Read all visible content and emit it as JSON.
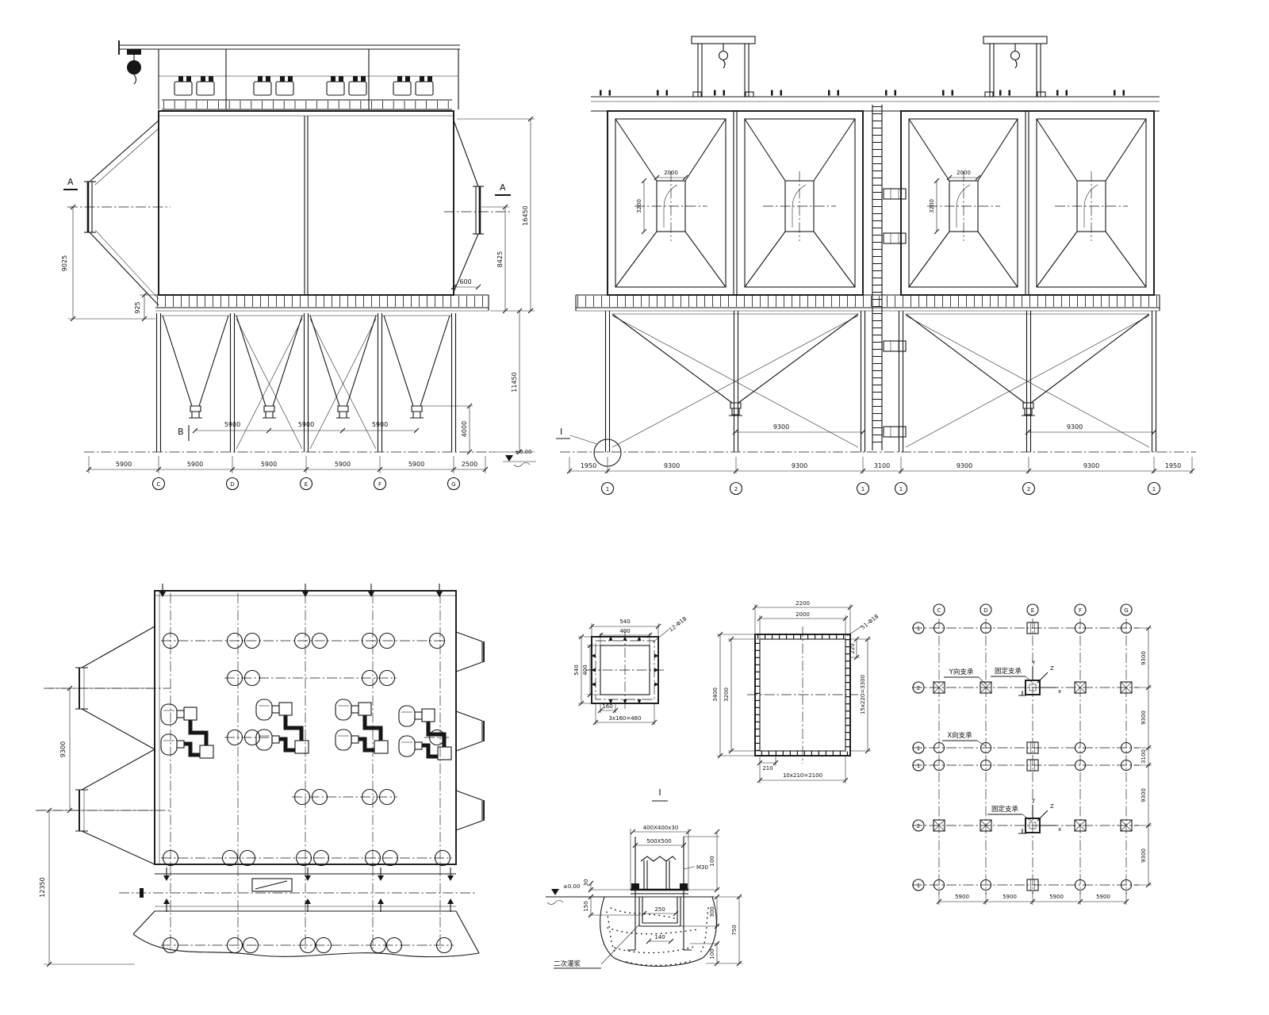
{
  "front": {
    "section_a": "A",
    "section_b": "B",
    "dim_left_total": "9025",
    "dim_left_small": "925",
    "dim_right_inner": "8425",
    "dim_right_total": "16450",
    "dim_right_small": "600",
    "dim_lower_right": "11450",
    "dim_hopper_height": "4000",
    "hopper_dims": [
      "5900",
      "5900",
      "5900"
    ],
    "bottom_dims": [
      "5900",
      "5900",
      "5900",
      "5900",
      "5900",
      "2500"
    ],
    "grid_bubbles": [
      "C",
      "D",
      "E",
      "F",
      "G"
    ],
    "level_mark": "±0.00"
  },
  "side": {
    "opening_width": "2000",
    "opening_height": "3200",
    "hopper_dims": [
      "9300",
      "9300"
    ],
    "bottom_dims": [
      "1950",
      "9300",
      "9300",
      "3100",
      "9300",
      "9300",
      "1950"
    ],
    "grid_bubbles": [
      "1",
      "2",
      "1",
      "1",
      "2",
      "1"
    ],
    "detail_mark": "I"
  },
  "plan": {
    "dim_bay": "9300",
    "dim_lower": "12350"
  },
  "flange_small": {
    "outer": "540",
    "inner": "400",
    "pitch": "160",
    "pitch_total": "3x160=480",
    "holes": "12-Φ18"
  },
  "flange_large": {
    "outer_w": "2200",
    "inner_w": "2000",
    "outer_h": "3400",
    "inner_h": "3200",
    "pitch_v": "220",
    "pitch_v_total": "15x220=3300",
    "holes": "51-Φ18",
    "pitch_h": "210",
    "pitch_h_total": "10x210=2100"
  },
  "anchor": {
    "mark": "I",
    "plate": "400X400x30",
    "bolt_square": "500X500",
    "bolt": "M30",
    "plate_thk": "30",
    "dim_150": "150",
    "pocket_w": "250",
    "hook_w": "140",
    "proj": "100",
    "pocket_d": "300",
    "found_d": "750",
    "below": "100",
    "grout": "二次灌浆",
    "level": "±0.00"
  },
  "foundation": {
    "col_bubbles": [
      "C",
      "D",
      "E",
      "F",
      "G"
    ],
    "row_bubbles": [
      "1",
      "2",
      "1",
      "1",
      "2",
      "1"
    ],
    "right_dims": [
      "9300",
      "9300",
      "3100",
      "9300",
      "9300"
    ],
    "bottom_dims": [
      "5900",
      "5900",
      "5900",
      "5900"
    ],
    "label_y_support": "Y向支承",
    "label_fixed": "固定支承",
    "label_x_support": "X向支承",
    "axis_x": "x",
    "axis_y": "Y",
    "axis_z": "Z"
  }
}
